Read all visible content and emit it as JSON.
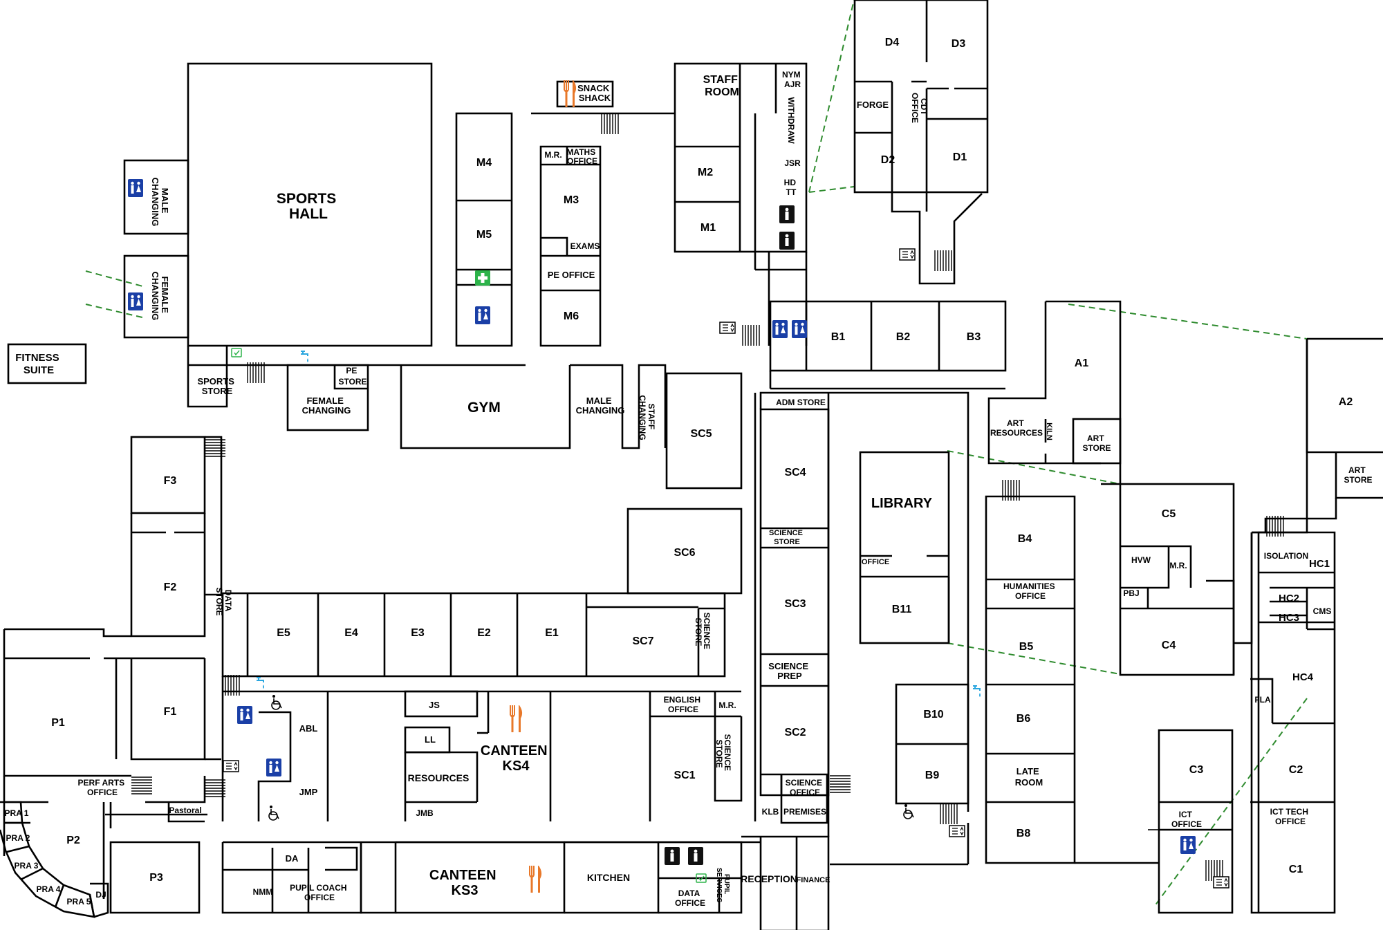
{
  "colors": {
    "walls": "#000000",
    "toilet_icon": "#1a3fa6",
    "first_aid": "#2db34a",
    "food_icon": "#e8782a",
    "water_tap": "#2aa6df",
    "link_lines": "#2e8b2e"
  },
  "icons": {
    "toilet": "toilet-icon",
    "first_aid": "first-aid-icon",
    "food": "cutlery-icon",
    "lift": "lift-icon",
    "accessible": "wheelchair-icon",
    "water": "water-tap-icon"
  },
  "rooms": {
    "sports_hall": [
      "SPORTS",
      "HALL"
    ],
    "male_changing_v": [
      "MALE",
      "CHANGING"
    ],
    "female_changing_v": [
      "FEMALE",
      "CHANGING"
    ],
    "fitness_suite": [
      "FITNESS",
      "SUITE"
    ],
    "sports_store": [
      "SPORTS",
      "STORE"
    ],
    "pe_store": [
      "PE",
      "STORE"
    ],
    "female_changing": [
      "FEMALE",
      "CHANGING"
    ],
    "gym": "GYM",
    "male_changing": [
      "MALE",
      "CHANGING"
    ],
    "staff_changing": [
      "STAFF",
      "CHANGING"
    ],
    "snack_shack": [
      "SNACK",
      "SHACK"
    ],
    "m4": "M4",
    "m5": "M5",
    "m3": "M3",
    "m2": "M2",
    "m1": "M1",
    "m6": "M6",
    "mr_maths": "M.R.",
    "maths_office": [
      "MATHS",
      "OFFICE"
    ],
    "exams": "EXAMS",
    "pe_office": "PE OFFICE",
    "staff_room": [
      "STAFF",
      "ROOM"
    ],
    "nym_ajr": [
      "NYM",
      "AJR"
    ],
    "withdraw": "WITHDRAW",
    "jsr": "JSR",
    "hd_tt": [
      "HD",
      "TT"
    ],
    "d4": "D4",
    "d3": "D3",
    "d2": "D2",
    "d1": "D1",
    "forge": "FORGE",
    "cdt_office": [
      "CDT",
      "OFFICE"
    ],
    "b1": "B1",
    "b2": "B2",
    "b3": "B3",
    "a1": "A1",
    "a2": "A2",
    "art_resources": [
      "ART",
      "RESOURCES"
    ],
    "kiln": "KILN",
    "art_store_a1": [
      "ART",
      "STORE"
    ],
    "art_store_a2": [
      "ART",
      "STORE"
    ],
    "adm_store": "ADM STORE",
    "sc4": "SC4",
    "sc5": "SC5",
    "sc6": "SC6",
    "sc3": "SC3",
    "sc2": "SC2",
    "sc1": "SC1",
    "sc7": "SC7",
    "science_store_1": [
      "SCIENCE",
      "STORE"
    ],
    "science_prep": [
      "SCIENCE",
      "PREP"
    ],
    "science_office": [
      "SCIENCE",
      "OFFICE"
    ],
    "klb": "KLB",
    "premises": "PREMISES",
    "library": "LIBRARY",
    "library_office": "OFFICE",
    "b11": "B11",
    "b4": "B4",
    "humanities_office": [
      "HUMANITIES",
      "OFFICE"
    ],
    "b5": "B5",
    "b6": "B6",
    "b10": "B10",
    "b9": "B9",
    "b8": "B8",
    "late_room": [
      "LATE",
      "ROOM"
    ],
    "c5": "C5",
    "c4": "C4",
    "c3": "C3",
    "c2": "C2",
    "c1": "C1",
    "hvw": "HVW",
    "mr_c": "M.R.",
    "pbj": "PBJ",
    "isolation": "ISOLATION",
    "hc1": "HC1",
    "hc2": "HC2",
    "hc3": "HC3",
    "hc4": "HC4",
    "cms": "CMS",
    "fla": "FLA",
    "ict_office": [
      "ICT",
      "OFFICE"
    ],
    "ict_tech_office": [
      "ICT TECH",
      "OFFICE"
    ],
    "f3": "F3",
    "f2": "F2",
    "f1": "F1",
    "data_store": [
      "DATA",
      "STORE"
    ],
    "e5": "E5",
    "e4": "E4",
    "e3": "E3",
    "e2": "E2",
    "e1": "E1",
    "science_store_2": [
      "SCIENCE",
      "STORE"
    ],
    "science_store_3": [
      "SCIENCE",
      "STORE"
    ],
    "english_office": [
      "ENGLISH",
      "OFFICE"
    ],
    "mr_english": "M.R.",
    "abl": "ABL",
    "jmp": "JMP",
    "js": "JS",
    "ll": "LL",
    "resources": "RESOURCES",
    "jmb": "JMB",
    "canteen_ks4": [
      "CANTEEN",
      "KS4"
    ],
    "p1": "P1",
    "perf_arts_office": [
      "PERF ARTS",
      "OFFICE"
    ],
    "pastoral": "Pastoral",
    "p2": "P2",
    "pra1": "PRA 1",
    "pra2": "PRA 2",
    "pra3": "PRA 3",
    "pra4": "PRA 4",
    "pra5": "PRA 5",
    "dj": "DJ",
    "p3": "P3",
    "da": "DA",
    "nmm": "NMM",
    "pupil_coach_office": [
      "PUPIL COACH",
      "OFFICE"
    ],
    "canteen_ks3": [
      "CANTEEN",
      "KS3"
    ],
    "kitchen": "KITCHEN",
    "data_office": [
      "DATA",
      "OFFICE"
    ],
    "pupil_services": [
      "PUPIL",
      "SERVICES"
    ],
    "reception": "RECEPTION",
    "finance": "FINANCE"
  }
}
